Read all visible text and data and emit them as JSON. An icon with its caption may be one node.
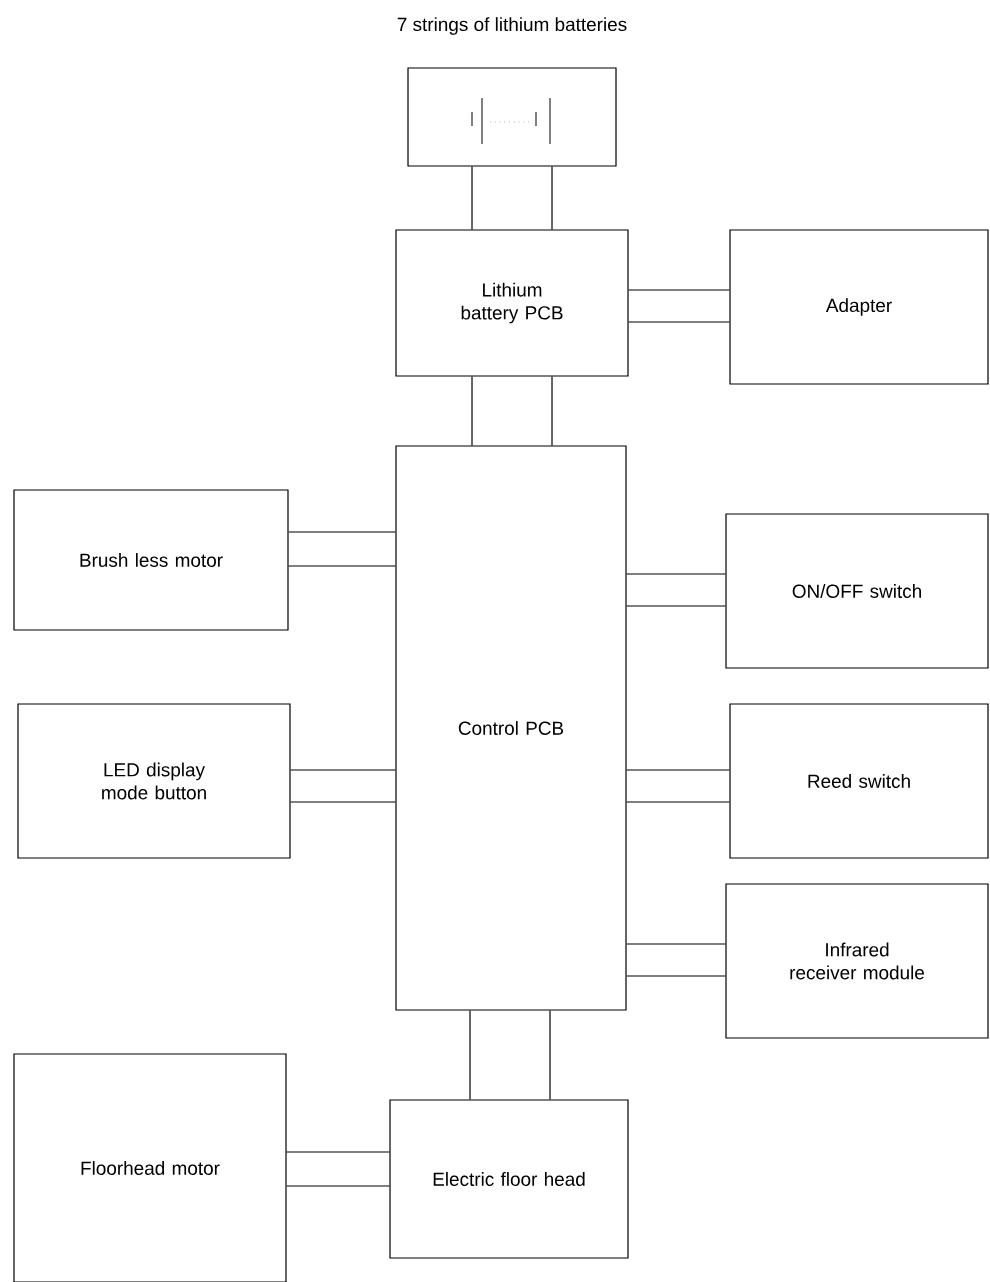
{
  "diagram": {
    "nodes": [
      {
        "text": [],
        "shape": "box",
        "beside": [
          "7 strings of lithium batteries"
        ]
      },
      {
        "text": [
          "Lithium battery PCB"
        ]
      },
      {
        "text": [
          "Adapter"
        ]
      },
      {
        "text": [
          "Control PCB"
        ]
      },
      {
        "text": [
          "Brush less motor"
        ]
      },
      {
        "text": [
          "ON/OFF switch"
        ]
      },
      {
        "text": [
          "LED display mode button"
        ]
      },
      {
        "text": [
          "Reed switch"
        ]
      },
      {
        "text": [
          "Infrared receiver module"
        ]
      },
      {
        "text": [
          "Electric floor head"
        ]
      },
      {
        "text": [
          "Floorhead motor"
        ]
      }
    ],
    "edges": [
      {
        "from": 0,
        "to": 1,
        "arrow": "none"
      },
      {
        "from": 0,
        "to": 1,
        "arrow": "none"
      },
      {
        "from": 1,
        "to": 2,
        "arrow": "none"
      },
      {
        "from": 1,
        "to": 2,
        "arrow": "none"
      },
      {
        "from": 1,
        "to": 3,
        "arrow": "none"
      },
      {
        "from": 1,
        "to": 3,
        "arrow": "none"
      },
      {
        "from": 4,
        "to": 3,
        "arrow": "none"
      },
      {
        "from": 4,
        "to": 3,
        "arrow": "none"
      },
      {
        "from": 3,
        "to": 5,
        "arrow": "none"
      },
      {
        "from": 3,
        "to": 5,
        "arrow": "none"
      },
      {
        "from": 6,
        "to": 3,
        "arrow": "none"
      },
      {
        "from": 6,
        "to": 3,
        "arrow": "none"
      },
      {
        "from": 3,
        "to": 7,
        "arrow": "none"
      },
      {
        "from": 3,
        "to": 7,
        "arrow": "none"
      },
      {
        "from": 3,
        "to": 8,
        "arrow": "none"
      },
      {
        "from": 3,
        "to": 8,
        "arrow": "none"
      },
      {
        "from": 3,
        "to": 9,
        "arrow": "none"
      },
      {
        "from": 3,
        "to": 9,
        "arrow": "none"
      },
      {
        "from": 10,
        "to": 9,
        "arrow": "none"
      },
      {
        "from": 10,
        "to": 9,
        "arrow": "none"
      }
    ]
  }
}
